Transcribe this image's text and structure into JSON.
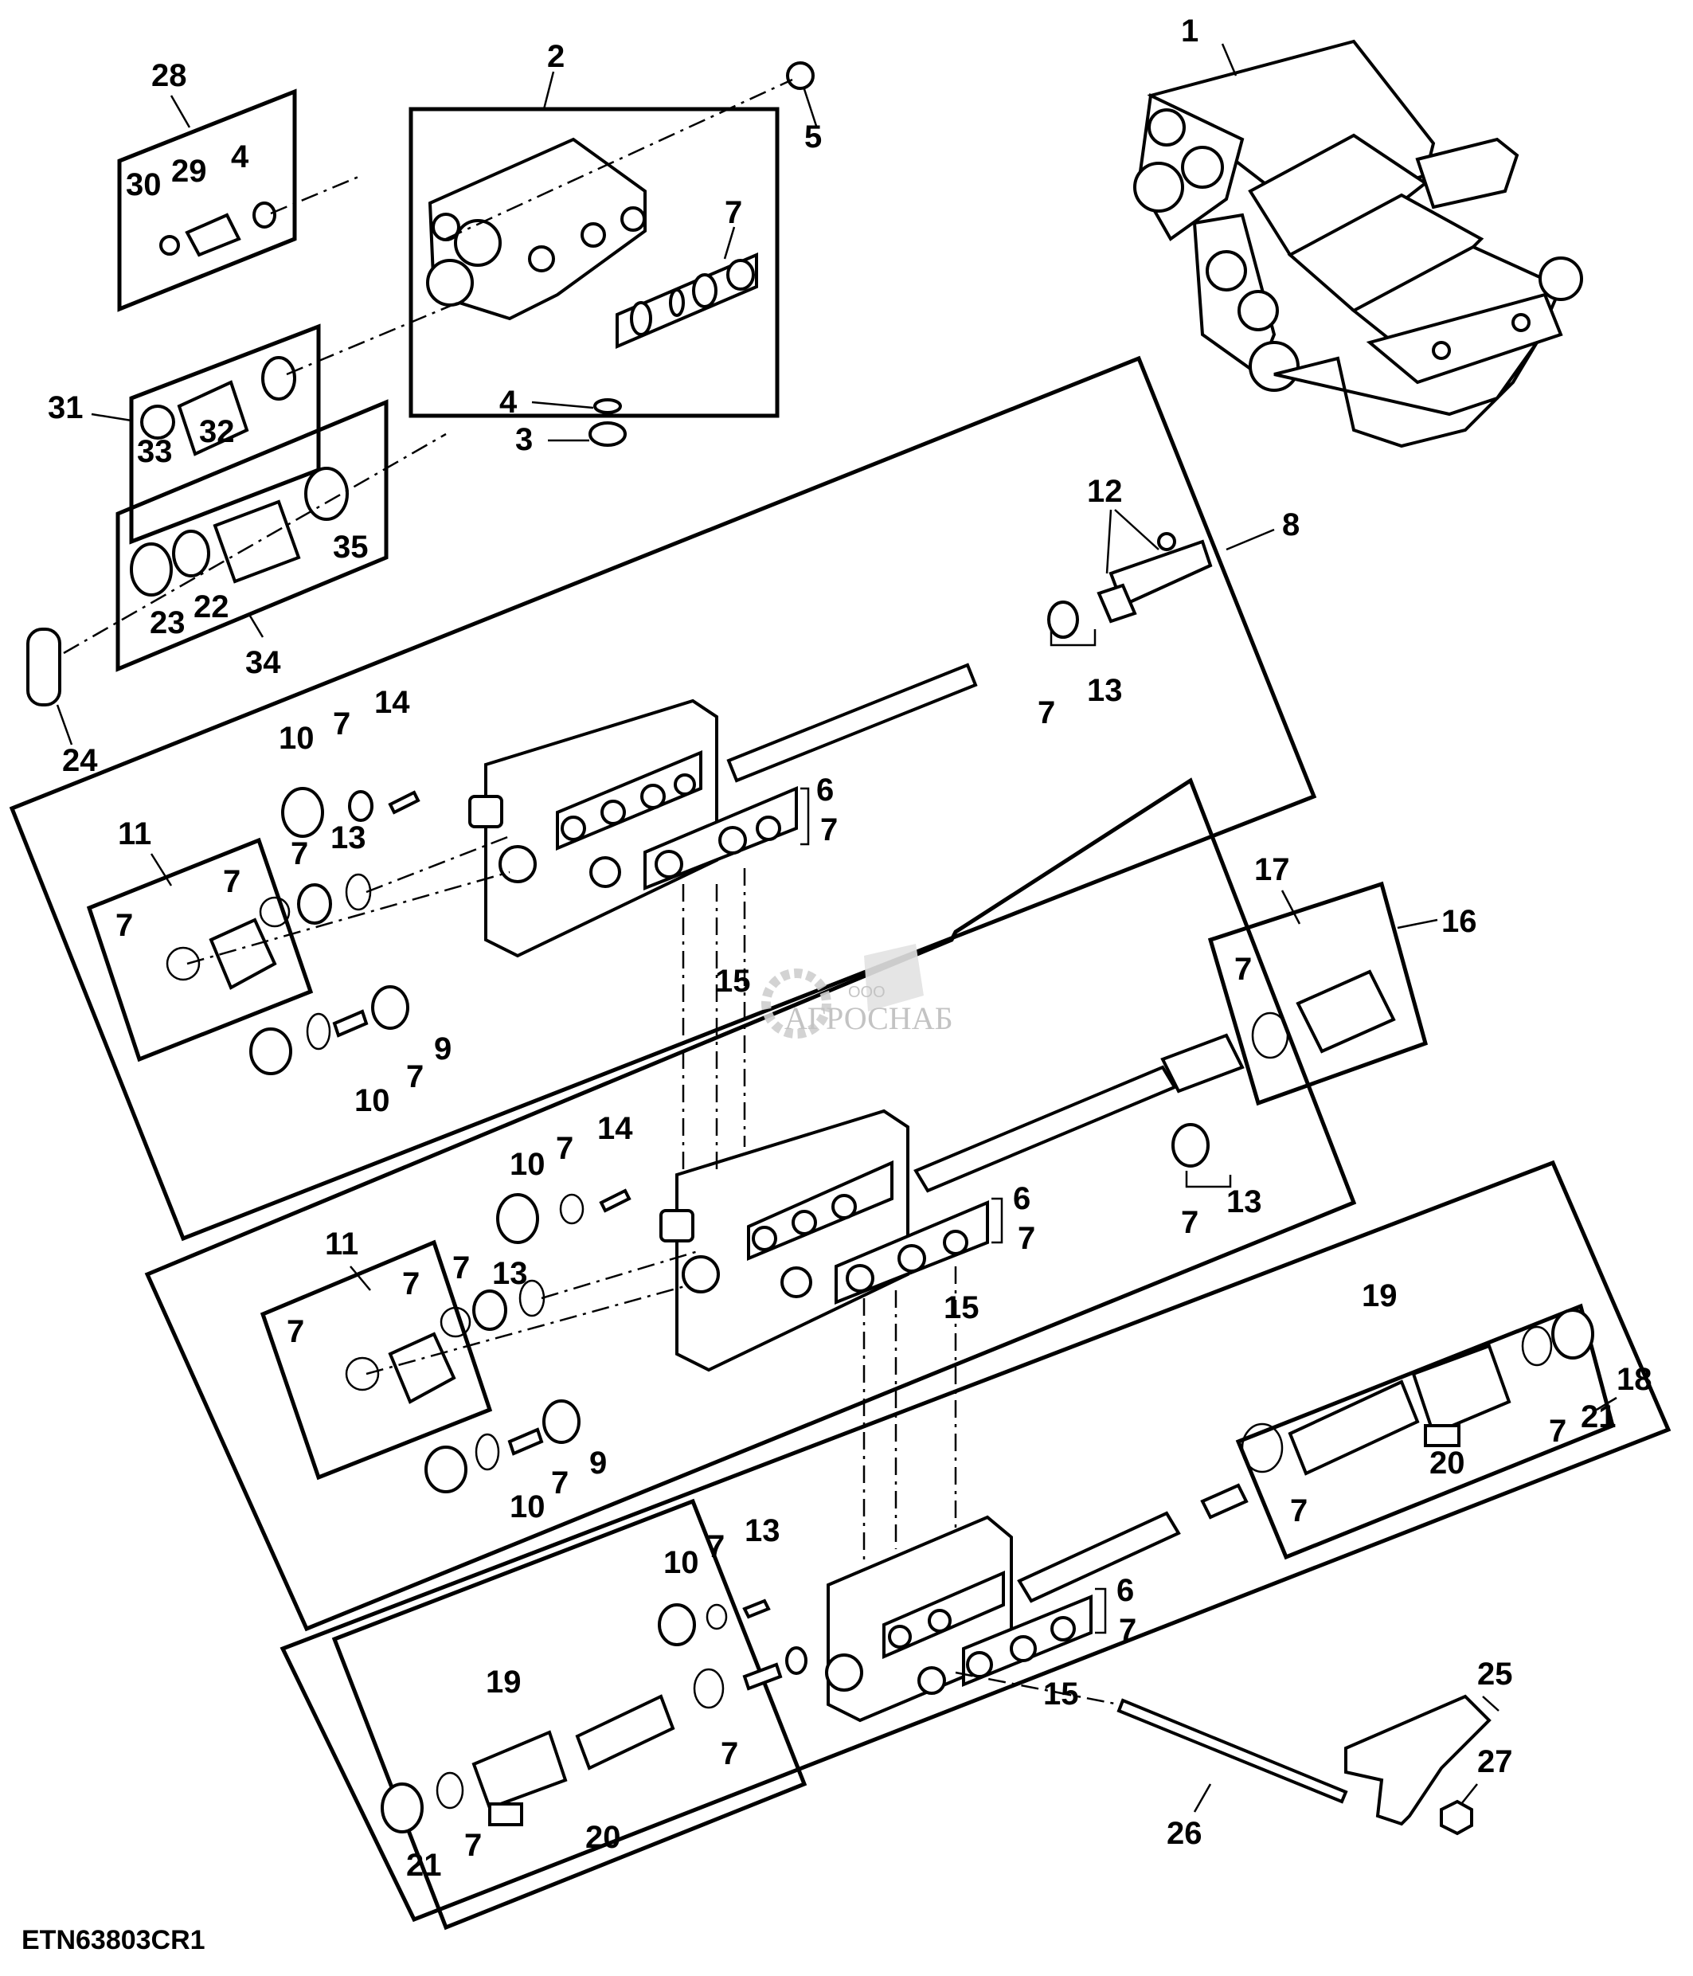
{
  "figure": {
    "title": "Hydraulic control valve assembly — exploded parts view",
    "figure_code": "ETN63803CR1"
  },
  "watermark": {
    "prefix": "ООО",
    "brand": "АГРОСНАБ"
  },
  "callouts": {
    "c1": "1",
    "c2": "2",
    "c3": "3",
    "c4a": "4",
    "c4b": "4",
    "c5": "5",
    "c7a": "7",
    "c28": "28",
    "c29": "29",
    "c30": "30",
    "c31": "31",
    "c32": "32",
    "c33": "33",
    "c34": "34",
    "c35": "35",
    "c22": "22",
    "c23": "23",
    "c24": "24",
    "s1": {
      "c8": "8",
      "c12": "12",
      "c13a": "13",
      "c7b": "7",
      "c14": "14",
      "c10a": "10",
      "c7c": "7",
      "c11": "11",
      "c7d": "7",
      "c7e": "7",
      "c7f": "7",
      "c13b": "13",
      "c9": "9",
      "c7g": "7",
      "c10b": "10",
      "c6": "6",
      "c7h": "7",
      "c15": "15"
    },
    "s2": {
      "c16": "16",
      "c17": "17",
      "c7a": "7",
      "c13a": "13",
      "c7b": "7",
      "c14": "14",
      "c10a": "10",
      "c7c": "7",
      "c11": "11",
      "c7d": "7",
      "c7e": "7",
      "c7f": "7",
      "c13b": "13",
      "c9": "9",
      "c7g": "7",
      "c10b": "10",
      "c6": "6",
      "c7h": "7",
      "c15": "15"
    },
    "s3": {
      "c18": "18",
      "c19": "19",
      "c20": "20",
      "c21": "21",
      "c7a": "7",
      "c7b": "7",
      "c10": "10",
      "c7c": "7",
      "c13": "13",
      "c6": "6",
      "c7d": "7",
      "c15": "15"
    },
    "s4": {
      "c19": "19",
      "c20": "20",
      "c21": "21",
      "c7a": "7",
      "c7b": "7"
    },
    "bracket": {
      "c25": "25",
      "c26": "26",
      "c27": "27"
    }
  }
}
